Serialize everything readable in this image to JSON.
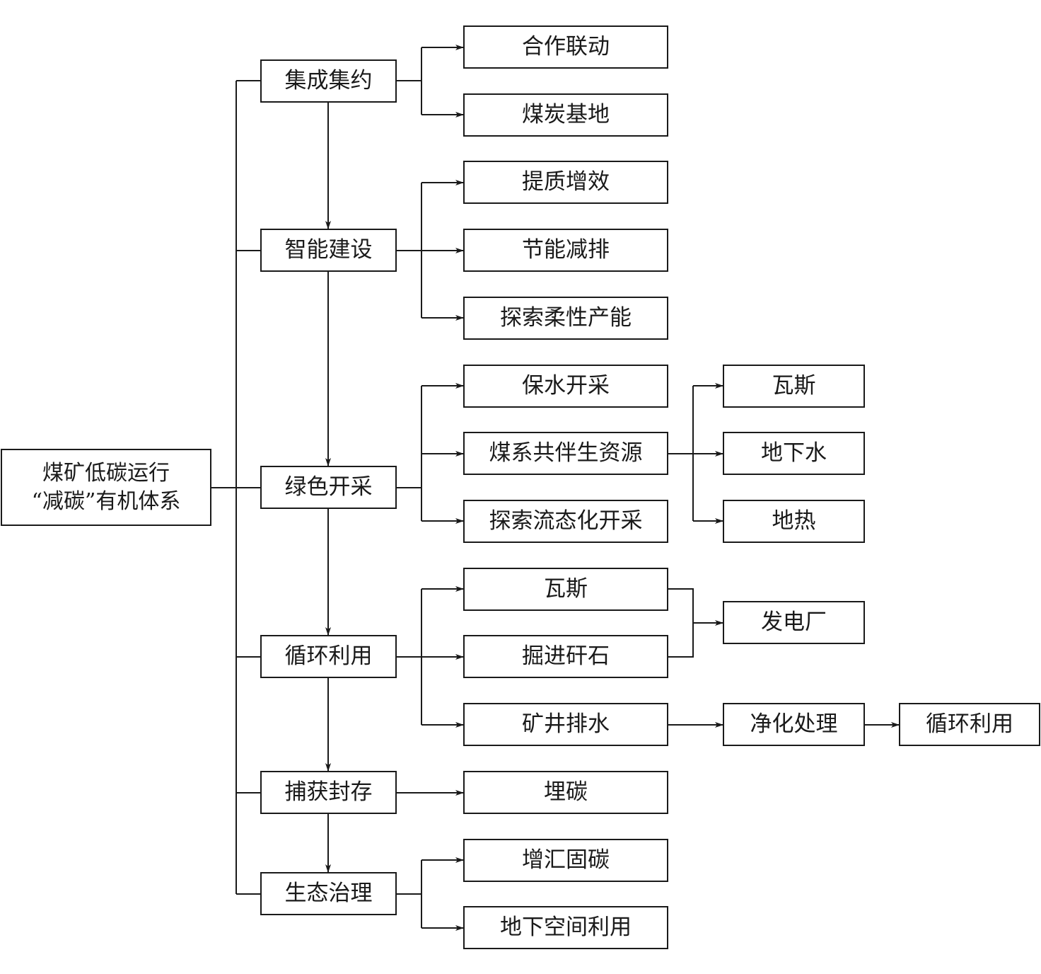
{
  "root": {
    "line1": "煤矿低碳运行",
    "line2": "“减碳”有机体系"
  },
  "pillars": {
    "p1": "集成集约",
    "p2": "智能建设",
    "p3": "绿色开采",
    "p4": "循环利用",
    "p5": "捕获封存",
    "p6": "生态治理"
  },
  "items": {
    "hzld": "合作联动",
    "mtjd": "煤炭基地",
    "tzzx": "提质增效",
    "jnjp": "节能减排",
    "tsrxcn": "探索柔性产能",
    "bsck": "保水开采",
    "mxgbszy": "煤系共伴生资源",
    "tslthck": "探索流态化开采",
    "ws2": "瓦斯",
    "jjgs": "掘进矸石",
    "kjps": "矿井排水",
    "mt": "埋碳",
    "zhgt": "增汇固碳",
    "dxkjly": "地下空间利用"
  },
  "level3": {
    "ws": "瓦斯",
    "dxs": "地下水",
    "dr": "地热",
    "fdc": "发电厂",
    "jhcl": "净化处理",
    "xhly": "循环利用"
  }
}
